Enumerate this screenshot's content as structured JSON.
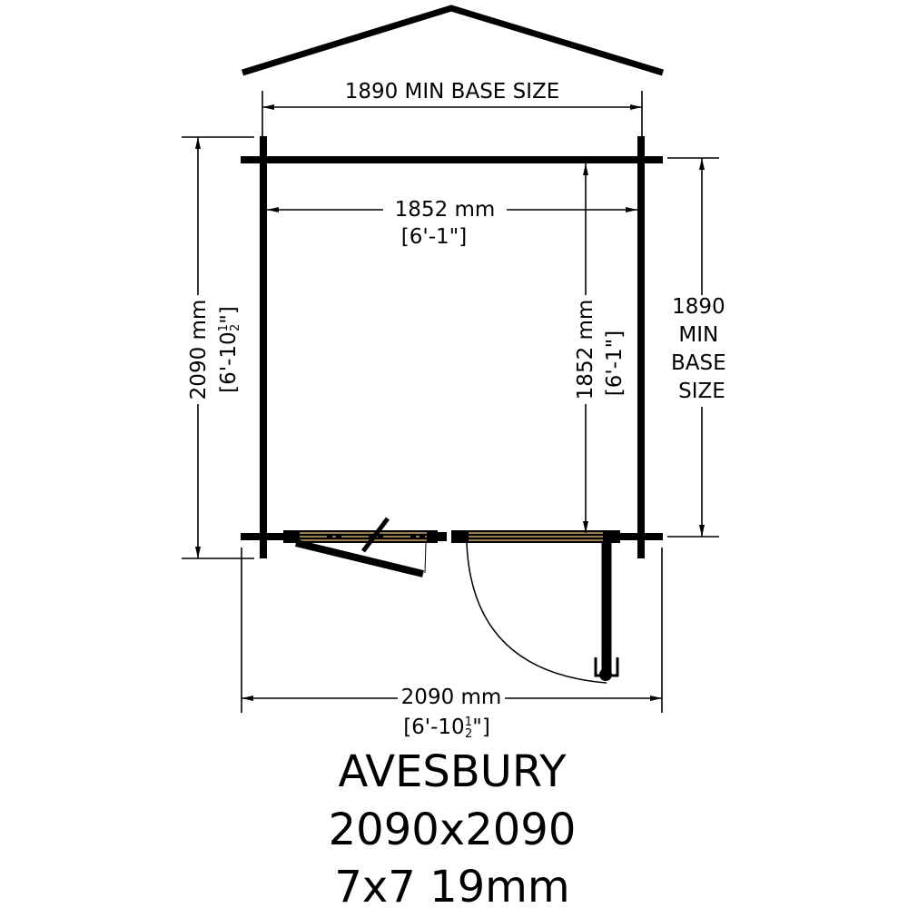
{
  "drawing": {
    "name": "AVESBURY",
    "size_line": "2090x2090",
    "spec_line": "7x7 19mm",
    "colors": {
      "line": "#000000",
      "glazing": "#c8a866",
      "background": "#ffffff"
    }
  },
  "dimensions": {
    "top_base": {
      "label": "1890 MIN BASE SIZE"
    },
    "internal_width": {
      "mm": "1852 mm",
      "imperial": "[6'-1\"]"
    },
    "internal_depth": {
      "mm": "1852 mm",
      "imperial_prefix": "[6'-1\"]"
    },
    "right_base": {
      "lines": [
        "1890",
        "MIN",
        "BASE",
        "SIZE"
      ]
    },
    "overall_depth": {
      "mm": "2090 mm",
      "imperial_prefix": "[6'-10",
      "frac_num": "1",
      "frac_den": "2",
      "imperial_suffix": "\"]"
    },
    "overall_width": {
      "mm": "2090 mm",
      "imperial_prefix": "[6'-10",
      "frac_num": "1",
      "frac_den": "2",
      "imperial_suffix": "\"]"
    }
  },
  "elements": {
    "roof": "roof-outline",
    "walls": [
      "front-wall",
      "back-wall",
      "left-wall",
      "right-wall"
    ],
    "openings": [
      "window-open-casement",
      "door-double-glazed-panel",
      "door-swing-arc"
    ]
  }
}
